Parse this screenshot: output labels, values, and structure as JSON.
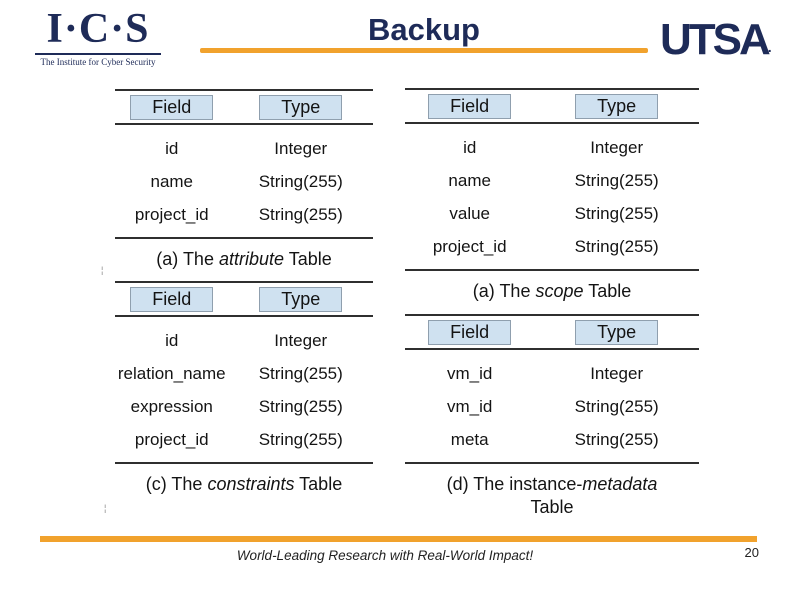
{
  "header": {
    "title": "Backup",
    "ics_logo": {
      "text": "I·C·S",
      "tagline": "The Institute for Cyber Security"
    },
    "utsa_logo": {
      "text": "UTSA",
      "mark": "."
    }
  },
  "footer": {
    "motto": "World-Leading Research with Real-World Impact!",
    "page_number": "20"
  },
  "colors": {
    "navy": "#1e2b58",
    "orange": "#f1a22d",
    "header_cell_bg": "#cfe1f0",
    "rule": "#2f2f2f"
  },
  "artifacts": {
    "mark_left_top": "¦",
    "mark_left_bottom": "¦"
  },
  "tables": [
    {
      "name": "attribute",
      "headers": [
        "Field",
        "Type"
      ],
      "rows": [
        [
          "id",
          "Integer"
        ],
        [
          "name",
          "String(255)"
        ],
        [
          "project_id",
          "String(255)"
        ]
      ],
      "caption": {
        "prefix": "(a) The ",
        "italic": "attribute",
        "suffix": " Table"
      }
    },
    {
      "name": "scope",
      "headers": [
        "Field",
        "Type"
      ],
      "rows": [
        [
          "id",
          "Integer"
        ],
        [
          "name",
          "String(255)"
        ],
        [
          "value",
          "String(255)"
        ],
        [
          "project_id",
          "String(255)"
        ]
      ],
      "caption": {
        "prefix": "(a) The ",
        "italic": "scope",
        "suffix": " Table"
      }
    },
    {
      "name": "constraints",
      "headers": [
        "Field",
        "Type"
      ],
      "rows": [
        [
          "id",
          "Integer"
        ],
        [
          "relation_name",
          "String(255)"
        ],
        [
          "expression",
          "String(255)"
        ],
        [
          "project_id",
          "String(255)"
        ]
      ],
      "caption": {
        "prefix": "(c) The ",
        "italic": "constraints",
        "suffix": " Table"
      }
    },
    {
      "name": "instance-metadata",
      "headers": [
        "Field",
        "Type"
      ],
      "rows": [
        [
          "vm_id",
          "Integer"
        ],
        [
          "vm_id",
          "String(255)"
        ],
        [
          "meta",
          "String(255)"
        ]
      ],
      "caption": {
        "prefix": "(d) The instance-",
        "italic": "metadata",
        "suffix": " Table"
      }
    }
  ]
}
